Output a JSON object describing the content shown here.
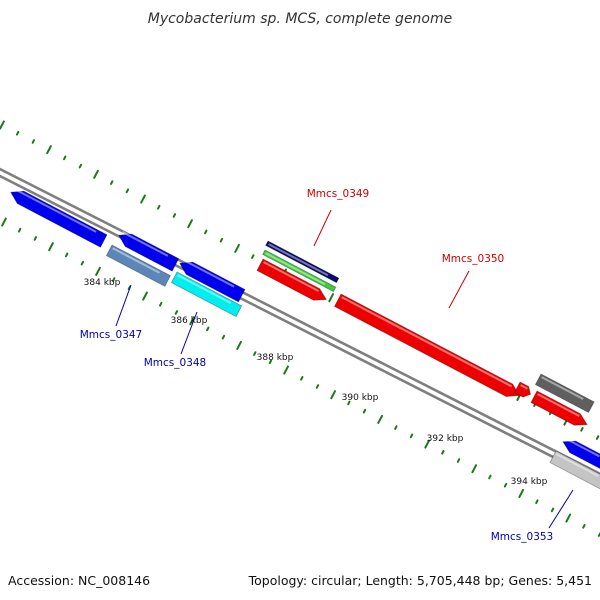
{
  "title": "Mycobacterium sp. MCS, complete genome",
  "footer": {
    "accession": "Accession: NC_008146",
    "stats": "Topology: circular; Length: 5,705,448 bp; Genes: 5,451"
  },
  "scale_labels": [
    "384 kbp",
    "386 kbp",
    "388 kbp",
    "390 kbp",
    "392 kbp",
    "394 kbp"
  ],
  "gene_labels": [
    {
      "text": "Mmcs_0347",
      "color": "#0000aa"
    },
    {
      "text": "Mmcs_0348",
      "color": "#0000aa"
    },
    {
      "text": "Mmcs_0349",
      "color": "#cc0000"
    },
    {
      "text": "Mmcs_0350",
      "color": "#cc0000"
    },
    {
      "text": "Mmcs_0353",
      "color": "#0000aa"
    }
  ],
  "colors": {
    "backbone": "#7f7f7f",
    "tick": "#1a7a1a",
    "blue": "#0000ee",
    "steelblue": "#5b87b8",
    "cyan": "#00eeee",
    "navy": "#0a0a6e",
    "green": "#3ecc3e",
    "red": "#ee0000",
    "darkgray": "#5f5f5f",
    "lightgray": "#c4c4c4"
  }
}
